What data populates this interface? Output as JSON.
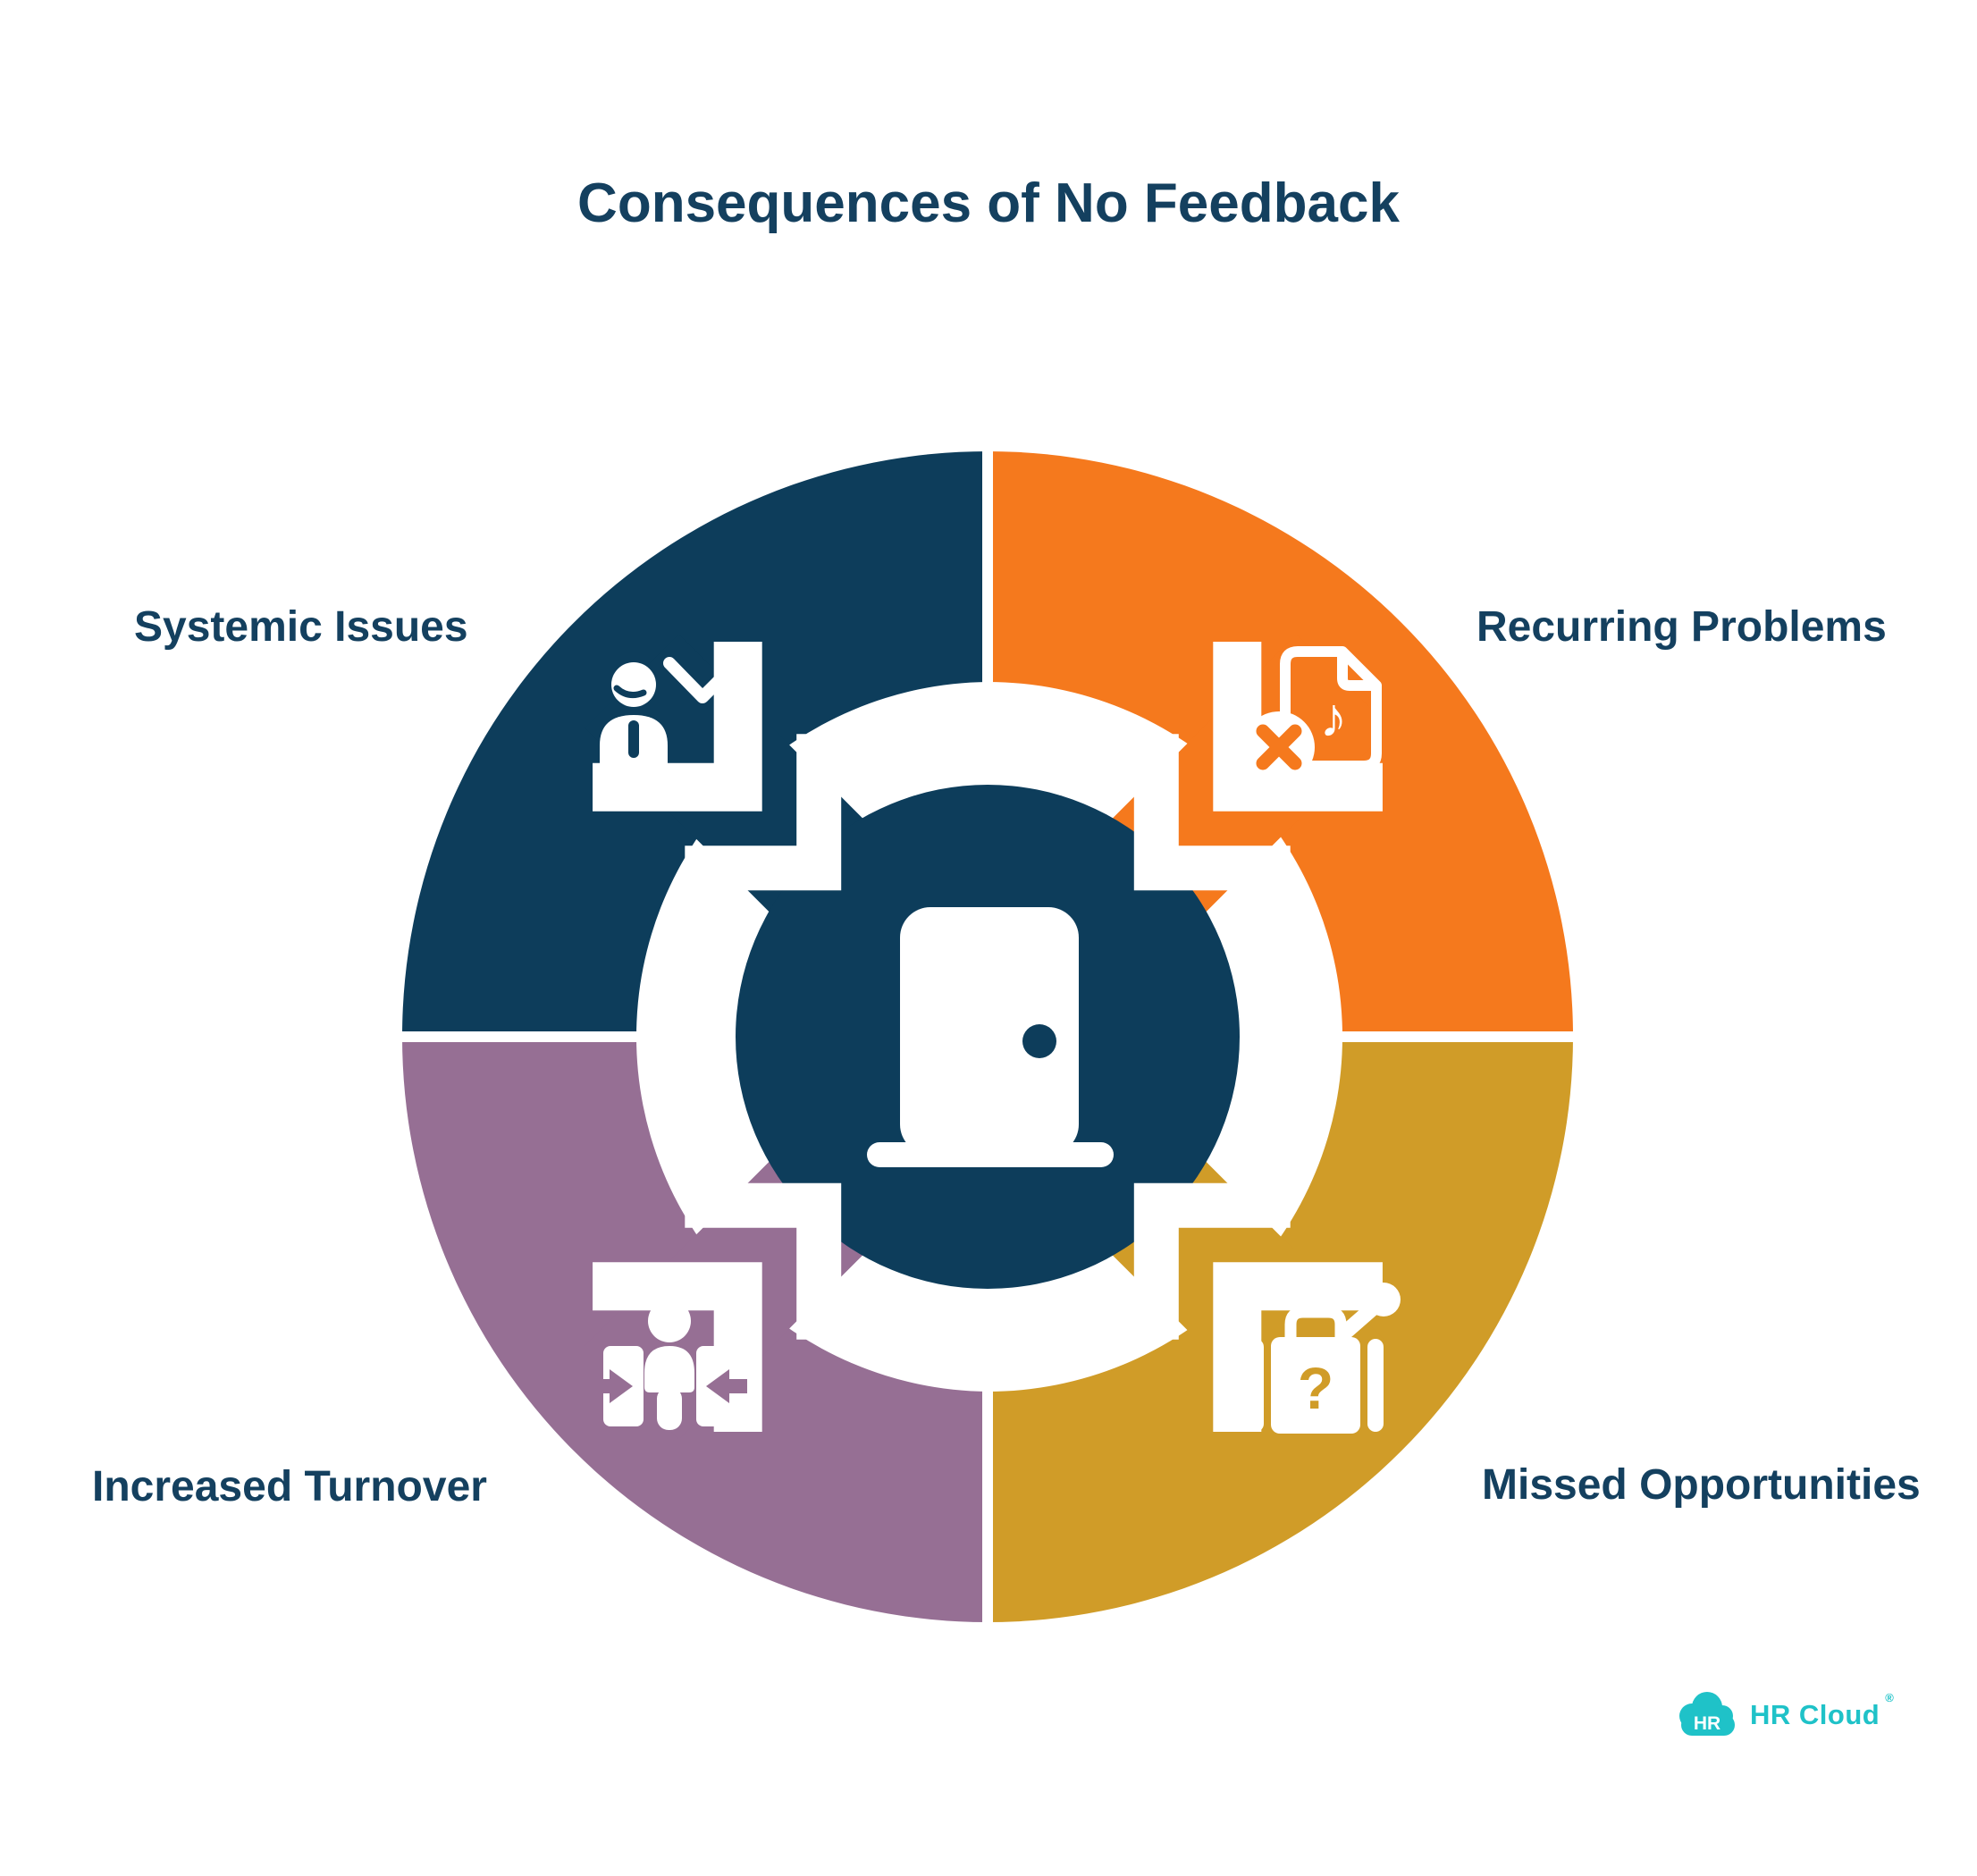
{
  "title": "Consequences of No Feedback",
  "diagram": {
    "type": "cycle-infographic",
    "center_icon": "open-door",
    "segments": [
      {
        "label": "Systemic Issues",
        "position": "top-left",
        "color": "#0d3d5b",
        "icon": "employee-decline-icon"
      },
      {
        "label": "Recurring Problems",
        "position": "top-right",
        "color": "#f5791d",
        "icon": "error-document-icon"
      },
      {
        "label": "Missed Opportunities",
        "position": "bottom-right",
        "color": "#d09c28",
        "icon": "briefcase-question-icon"
      },
      {
        "label": "Increased Turnover",
        "position": "bottom-left",
        "color": "#966f94",
        "icon": "employee-exit-icon"
      }
    ]
  },
  "icon_glyphs": {
    "music_note": "♪",
    "question_mark": "?"
  },
  "colors": {
    "navy": "#0d3d5b",
    "orange": "#f5791d",
    "gold": "#d09c28",
    "purple": "#966f94",
    "teal": "#1fc2c8",
    "label_text": "#14405f",
    "background": "#ffffff"
  },
  "logo": {
    "badge": "HR",
    "brand": "HR Cloud",
    "mark": "®"
  }
}
